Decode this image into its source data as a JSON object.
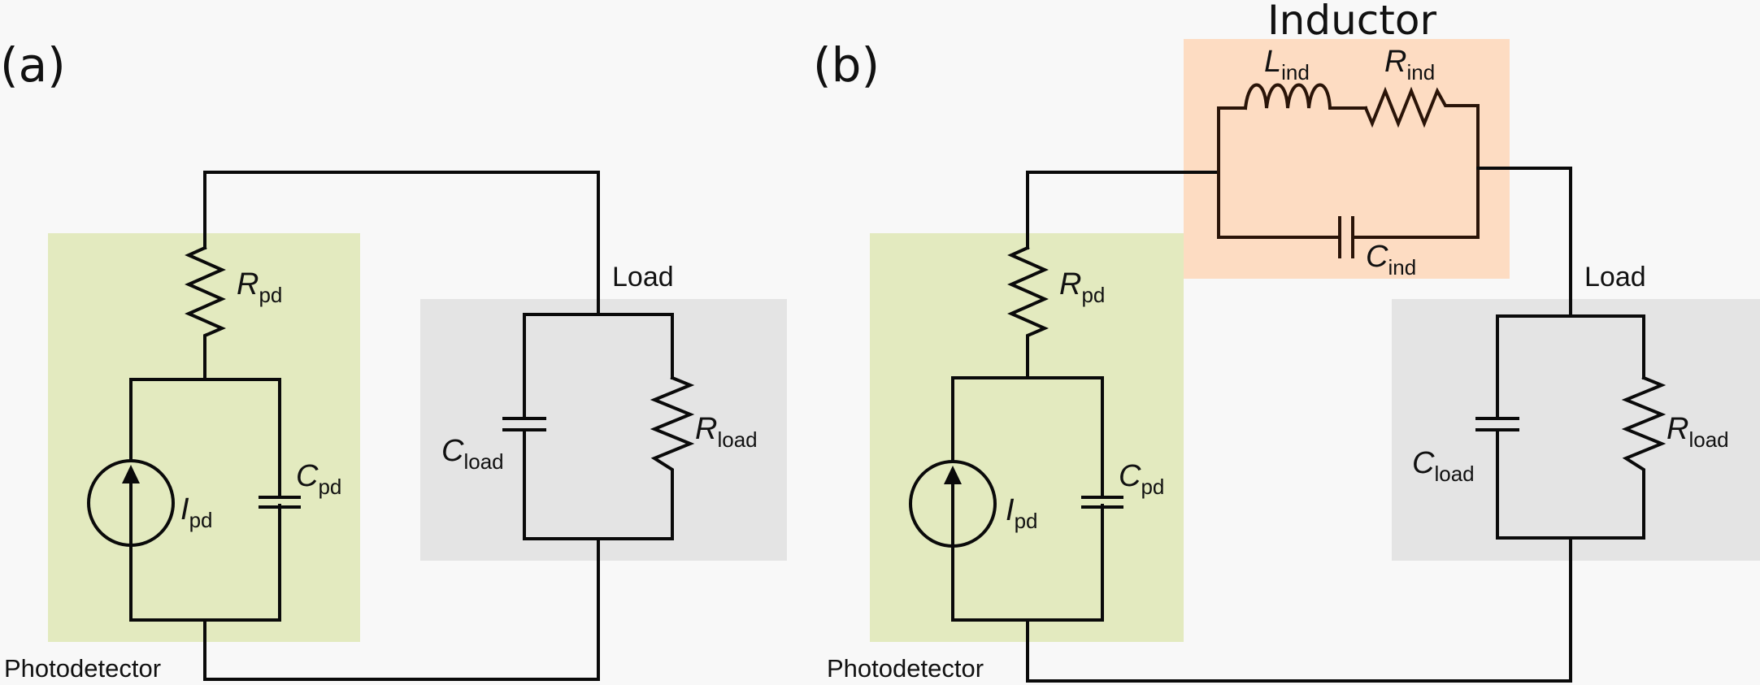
{
  "colors": {
    "background": "#f8f8f8",
    "photodetector_box": "#e3eabf",
    "load_box": "#e4e4e4",
    "inductor_box": "#fddcc2",
    "wire": "#0a0a0a"
  },
  "panels": [
    {
      "id": "a",
      "label": "(a)",
      "photodetector": {
        "title": "Photodetector",
        "resistor": {
          "symbol": "R",
          "subscript": "pd"
        },
        "current_source": {
          "symbol": "I",
          "subscript": "pd"
        },
        "capacitor": {
          "symbol": "C",
          "subscript": "pd"
        }
      },
      "load": {
        "title": "Load",
        "capacitor": {
          "symbol": "C",
          "subscript": "load"
        },
        "resistor": {
          "symbol": "R",
          "subscript": "load"
        }
      }
    },
    {
      "id": "b",
      "label": "(b)",
      "photodetector": {
        "title": "Photodetector",
        "resistor": {
          "symbol": "R",
          "subscript": "pd"
        },
        "current_source": {
          "symbol": "I",
          "subscript": "pd"
        },
        "capacitor": {
          "symbol": "C",
          "subscript": "pd"
        }
      },
      "inductor": {
        "title": "Inductor",
        "inductance": {
          "symbol": "L",
          "subscript": "ind"
        },
        "resistor": {
          "symbol": "R",
          "subscript": "ind"
        },
        "capacitor": {
          "symbol": "C",
          "subscript": "ind"
        }
      },
      "load": {
        "title": "Load",
        "capacitor": {
          "symbol": "C",
          "subscript": "load"
        },
        "resistor": {
          "symbol": "R",
          "subscript": "load"
        }
      }
    }
  ]
}
